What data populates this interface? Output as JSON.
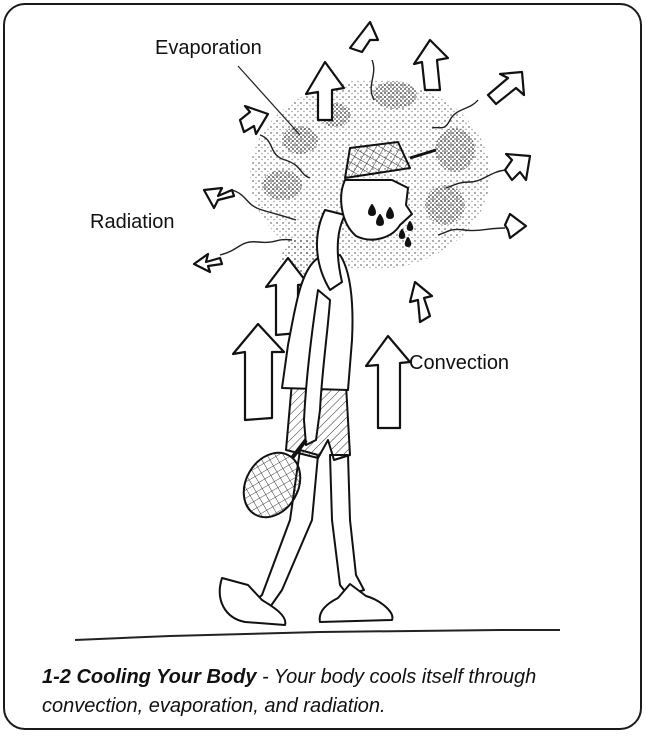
{
  "labels": {
    "evaporation": "Evaporation",
    "radiation": "Radiation",
    "convection": "Convection"
  },
  "caption": {
    "title": "1-2 Cooling Your Body",
    "separator": " - ",
    "text": "Your body cools itself through convection, evaporation, and radiation."
  }
}
